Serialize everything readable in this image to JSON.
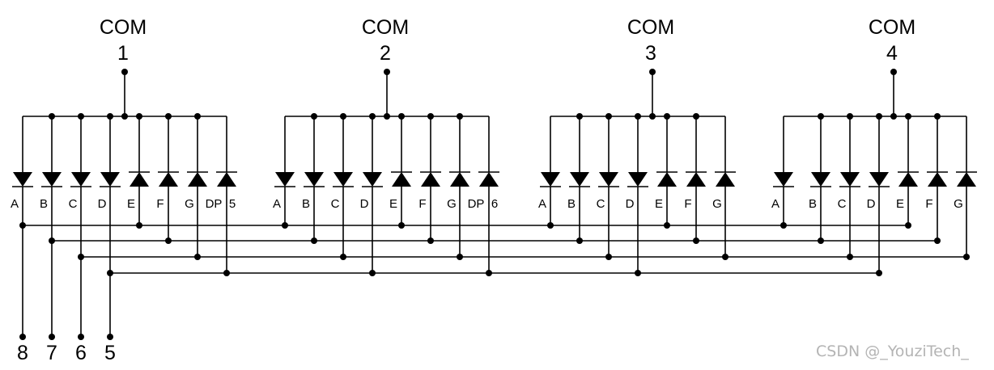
{
  "diagram": {
    "digits": [
      {
        "com_label": "COM",
        "com_number": "1",
        "segments": [
          "A",
          "B",
          "C",
          "D",
          "E",
          "F",
          "G",
          "DP"
        ],
        "pin_label": "5"
      },
      {
        "com_label": "COM",
        "com_number": "2",
        "segments": [
          "A",
          "B",
          "C",
          "D",
          "E",
          "F",
          "G",
          "DP"
        ],
        "pin_label": "6"
      },
      {
        "com_label": "COM",
        "com_number": "3",
        "segments": [
          "A",
          "B",
          "C",
          "D",
          "E",
          "F",
          "G"
        ],
        "pin_label": ""
      },
      {
        "com_label": "COM",
        "com_number": "4",
        "segments": [
          "A",
          "B",
          "C",
          "D",
          "E",
          "F",
          "G"
        ],
        "pin_label": ""
      }
    ],
    "pin_labels": [
      "8",
      "7",
      "6",
      "5"
    ],
    "watermark": "CSDN @_YouziTech_"
  }
}
